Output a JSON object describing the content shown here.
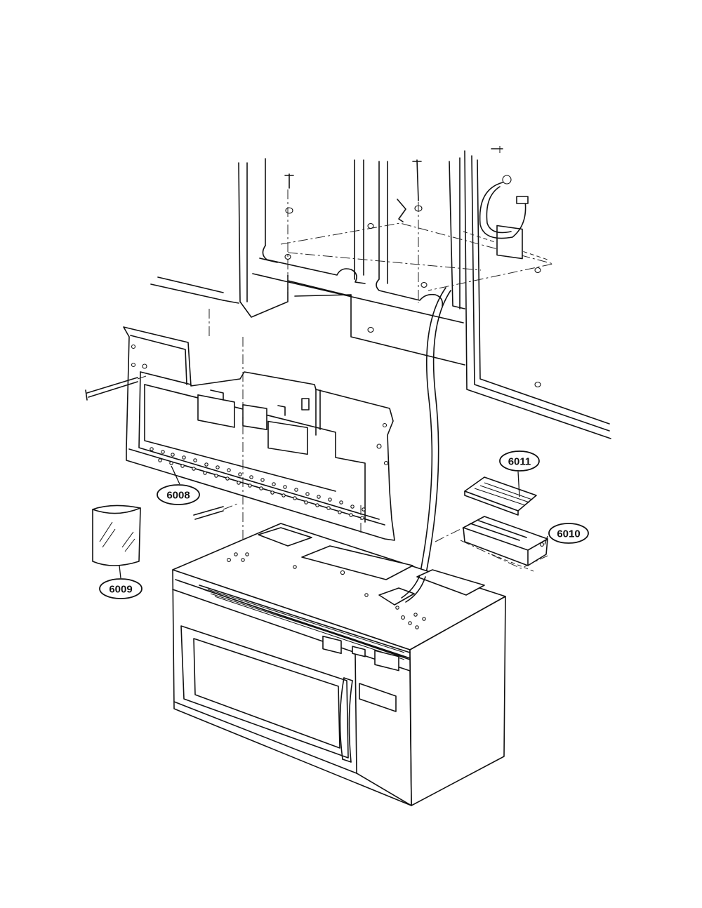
{
  "diagram": {
    "callouts": [
      {
        "id": "6008",
        "label": "6008",
        "part": "mounting-plate"
      },
      {
        "id": "6009",
        "label": "6009",
        "part": "bag"
      },
      {
        "id": "6010",
        "label": "6010",
        "part": "duct-adaptor"
      },
      {
        "id": "6011",
        "label": "6011",
        "part": "damper"
      }
    ]
  }
}
